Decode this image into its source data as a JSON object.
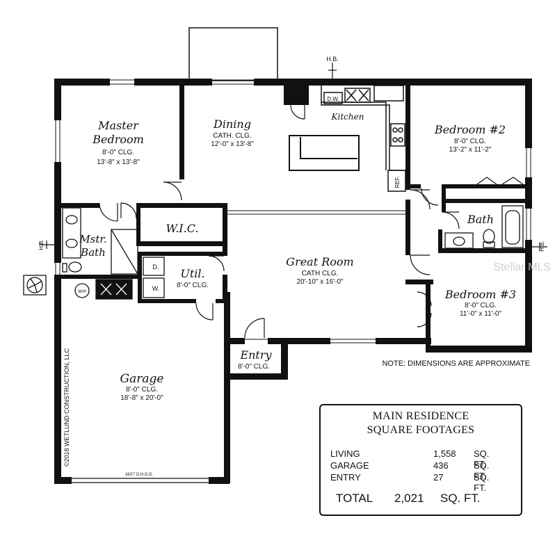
{
  "rooms": {
    "master_bedroom": {
      "name_line1": "Master",
      "name_line2": "Bedroom",
      "ceiling": "8'-0\" CLG.",
      "dims": "13'-8\" x 13'-8\""
    },
    "dining": {
      "name": "Dining",
      "ceiling": "CATH. CLG.",
      "dims": "12'-0\" x 13'-8\""
    },
    "kitchen": {
      "name": "Kitchen"
    },
    "bedroom2": {
      "name": "Bedroom #2",
      "ceiling": "8'-0\" CLG.",
      "dims": "13'-2\" x 11'-2\""
    },
    "wic": {
      "name": "W.I.C."
    },
    "master_bath": {
      "name_line1": "Mstr.",
      "name_line2": "Bath"
    },
    "bath": {
      "name": "Bath"
    },
    "great_room": {
      "name": "Great Room",
      "ceiling": "CATH CLG.",
      "dims": "20'-10\" x 16'-0\""
    },
    "util": {
      "name": "Util.",
      "ceiling": "8'-0\" CLG."
    },
    "bedroom3": {
      "name": "Bedroom #3",
      "ceiling": "8'-0\" CLG.",
      "dims": "11'-0\" x 11'-0\""
    },
    "entry": {
      "name": "Entry",
      "ceiling": "8'-0\" CLG."
    },
    "garage": {
      "name": "Garage",
      "ceiling": "8'-0\" CLG.",
      "dims": "18'-8\" x 20'-0\""
    }
  },
  "fixtures": {
    "hose_bib": "H.B.",
    "dishwasher": "D.W.",
    "refrigerator": "REF.",
    "dryer": "D.",
    "washer": "W.",
    "water_heater": "W/H",
    "garage_door": "16X7 O.H.G.D."
  },
  "copyright": "©2018 WETLUND CONSTRUCTION, LLC",
  "note": "NOTE: DIMENSIONS ARE APPROXIMATE",
  "watermark": "Stellar MLS",
  "legend": {
    "title_line1": "MAIN RESIDENCE",
    "title_line2": "SQUARE FOOTAGES",
    "rows": [
      {
        "label": "LIVING",
        "value": "1,558",
        "unit": "SQ. FT."
      },
      {
        "label": "GARAGE",
        "value": "436",
        "unit": "SQ. FT."
      },
      {
        "label": "ENTRY",
        "value": "27",
        "unit": "SQ. FT."
      }
    ],
    "total": {
      "label": "TOTAL",
      "value": "2,021",
      "unit": "SQ. FT."
    }
  }
}
